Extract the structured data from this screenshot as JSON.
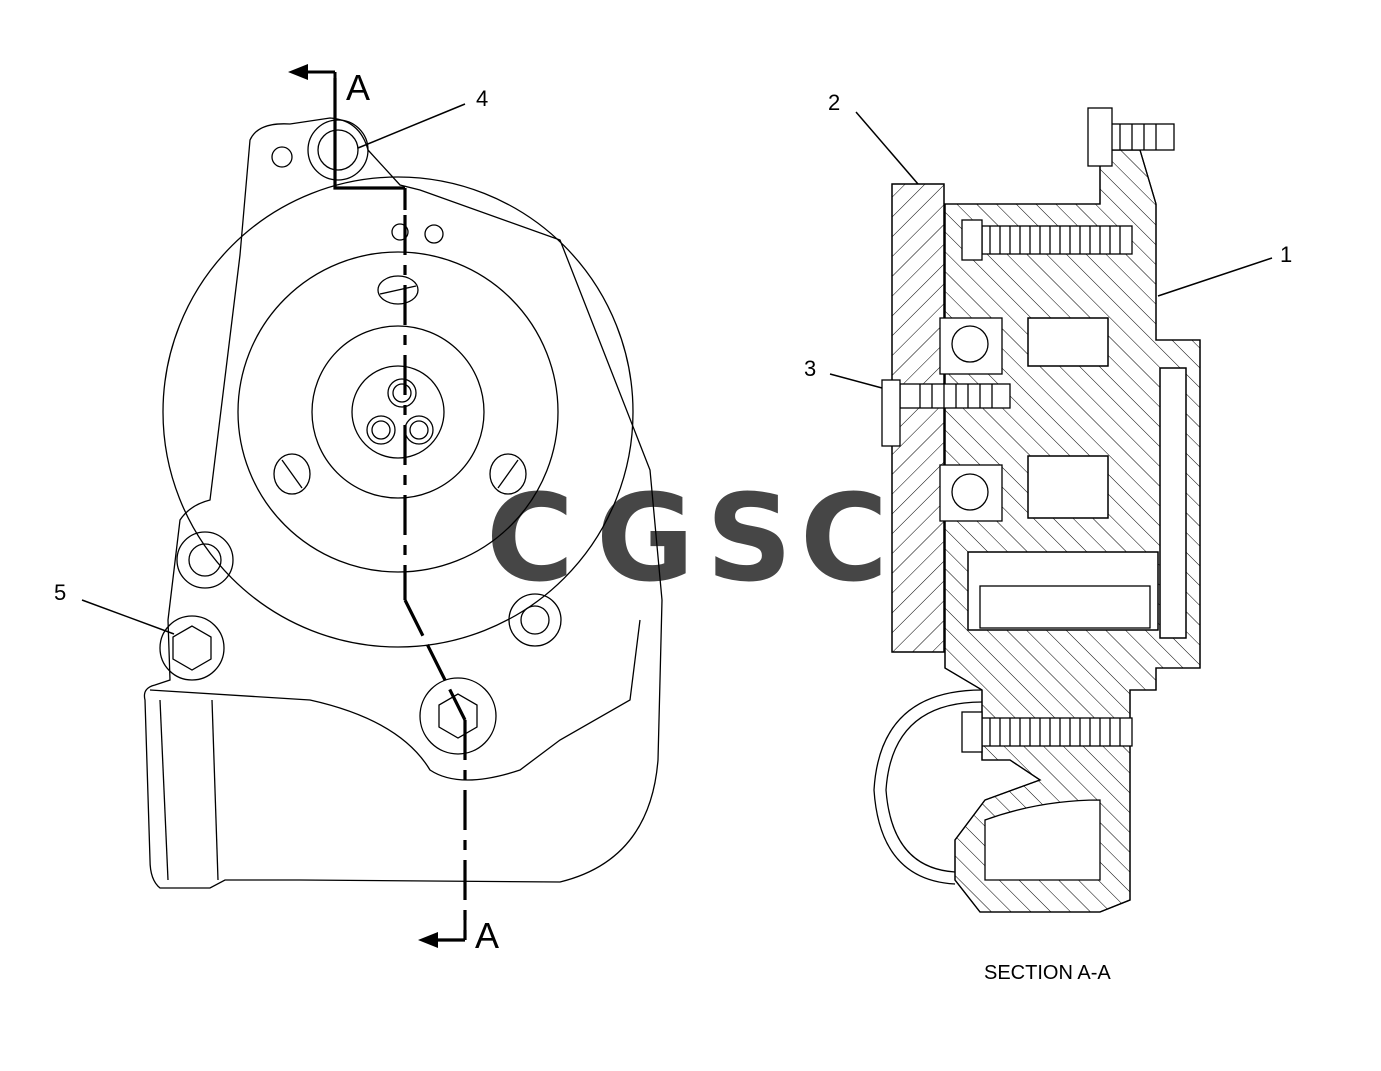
{
  "diagram": {
    "callouts": {
      "c1": "1",
      "c2": "2",
      "c3": "3",
      "c4": "4",
      "c5": "5"
    },
    "section_letter_top": "A",
    "section_letter_bottom": "A",
    "section_caption": "SECTION A-A"
  },
  "watermark": {
    "letters": [
      "C",
      "G",
      "S",
      "C"
    ],
    "colors": [
      "#6aa5f5",
      "#f07e72",
      "#f7d96a",
      "#5cbb8f"
    ]
  },
  "colors": {
    "line": "#000000",
    "background": "#ffffff"
  }
}
